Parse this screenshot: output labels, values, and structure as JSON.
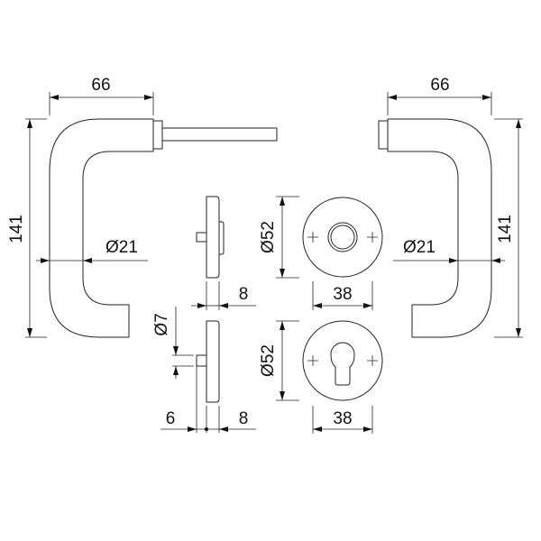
{
  "dimensions": {
    "left_handle_width": "66",
    "left_handle_height": "141",
    "left_handle_diameter": "Ø21",
    "right_handle_width": "66",
    "right_handle_height": "141",
    "right_handle_diameter": "Ø21",
    "rose_thickness": "8",
    "escutcheon_thickness": "8",
    "pin_offset": "6",
    "pin_diameter": "Ø7",
    "rose_diameter": "Ø52",
    "rose_screw_spacing": "38",
    "escutcheon_diameter": "Ø52",
    "escutcheon_screw_spacing": "38"
  }
}
